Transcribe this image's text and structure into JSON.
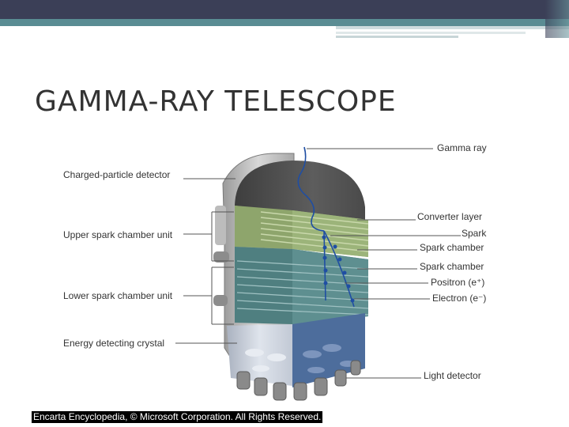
{
  "title": "GAMMA-RAY TELESCOPE",
  "labels_left": {
    "charged": "Charged-particle detector",
    "upper": "Upper spark chamber unit",
    "lower": "Lower spark chamber unit",
    "crystal": "Energy detecting crystal"
  },
  "labels_right": {
    "gamma": "Gamma ray",
    "converter": "Converter layer",
    "spark": "Spark",
    "spark_chamber_1": "Spark chamber",
    "spark_chamber_2": "Spark chamber",
    "positron": "Positron (e⁺)",
    "electron": "Electron (e⁻)",
    "light": "Light detector"
  },
  "credit": "Encarta Encyclopedia, © Microsoft Corporation. All Rights Reserved.",
  "colors": {
    "header": "#3b3f57",
    "accent": "#5a8c93",
    "dome": "#555555",
    "upper": "#8ea56c",
    "lower": "#4f7f80",
    "crystal": "#c5ccd8",
    "crystal_blue": "#4d6d9c",
    "track": "#1f4ea3"
  }
}
